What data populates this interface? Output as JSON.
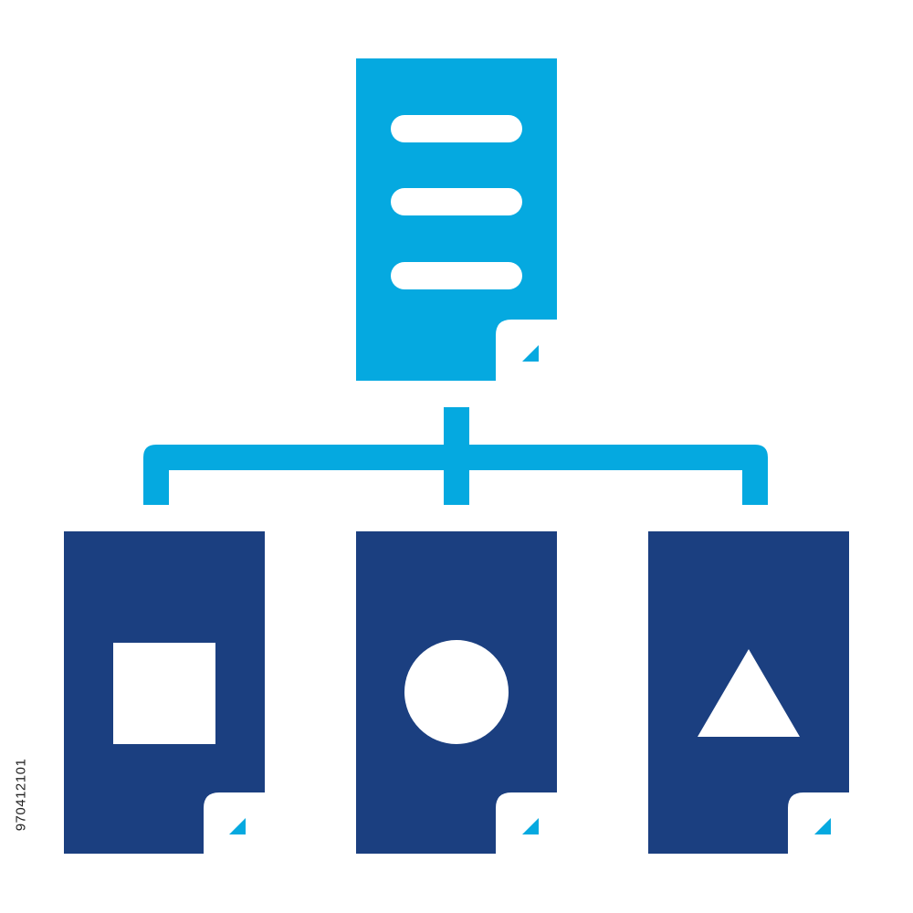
{
  "icon": {
    "name": "document-hierarchy-icon",
    "colors": {
      "primary": "#05a9e0",
      "secondary": "#1b3f80",
      "background": "#ffffff"
    },
    "parent_document": {
      "lines": 3
    },
    "child_documents": [
      {
        "symbol": "square"
      },
      {
        "symbol": "circle"
      },
      {
        "symbol": "triangle"
      }
    ]
  },
  "stock_id": "970412101"
}
